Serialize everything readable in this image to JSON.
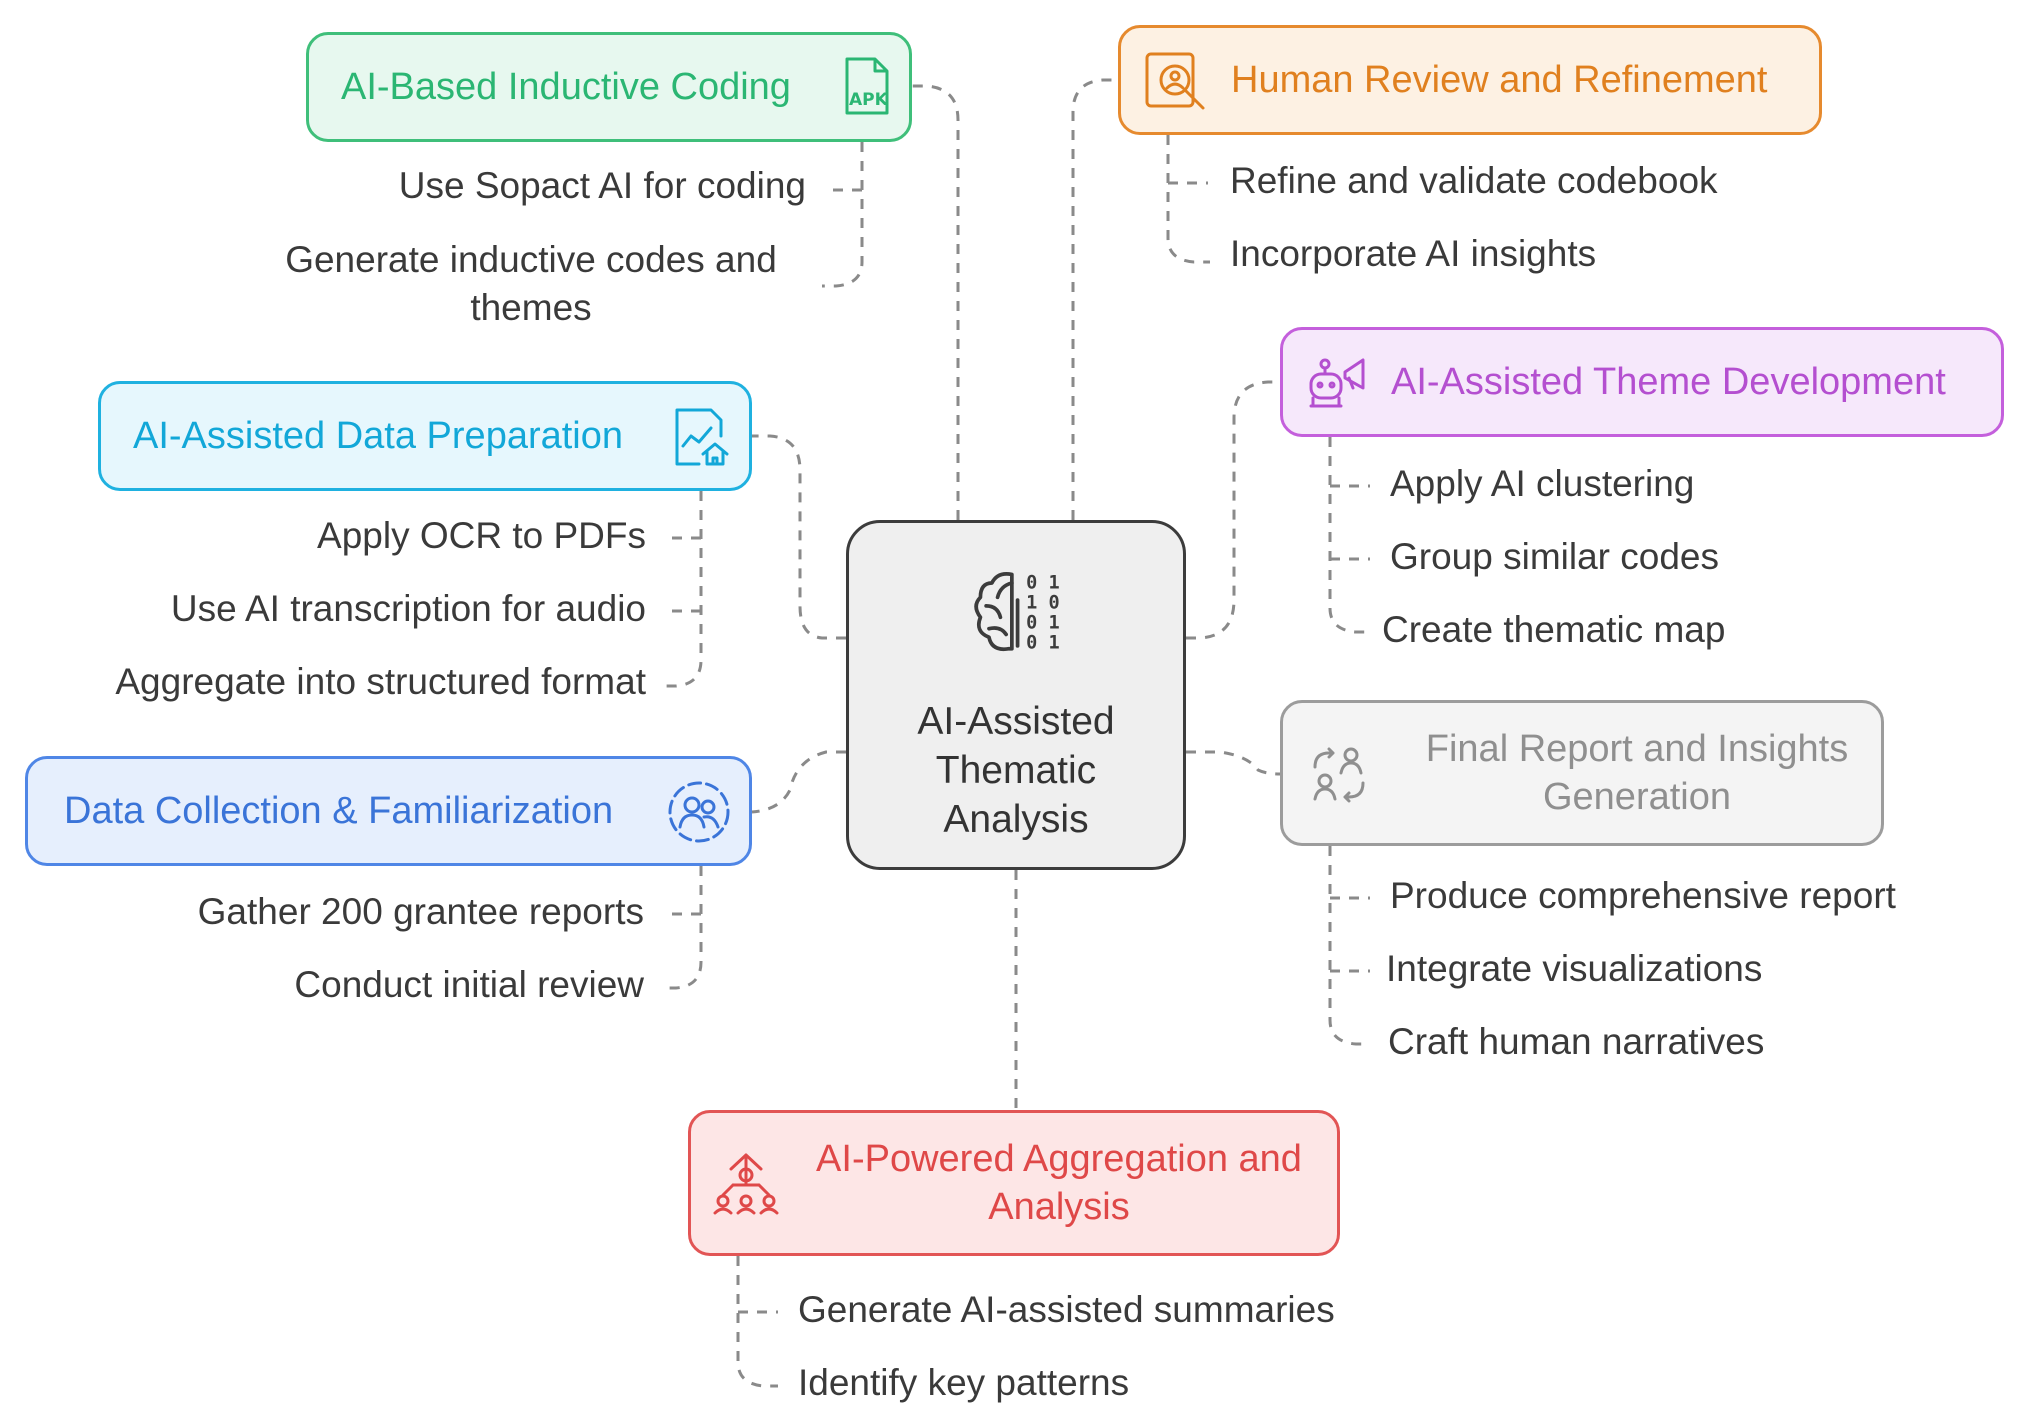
{
  "center": {
    "title": "AI-Assisted Thematic Analysis"
  },
  "colors": {
    "green": "#2bb673",
    "cyan": "#12a7d8",
    "blue": "#3a74d8",
    "orange": "#e0801f",
    "purple": "#b44fd0",
    "gray": "#8f8f8f",
    "red": "#df4848",
    "connector": "#8a8a8a"
  },
  "nodes": {
    "inductive_coding": {
      "title": "AI-Based Inductive Coding",
      "icon": "apk-file-icon",
      "items": [
        "Use Sopact AI for coding",
        "Generate inductive codes and themes"
      ]
    },
    "data_preparation": {
      "title": "AI-Assisted Data Preparation",
      "icon": "chart-document-icon",
      "items": [
        "Apply OCR to PDFs",
        "Use AI transcription for audio",
        "Aggregate into structured format"
      ]
    },
    "data_collection": {
      "title": "Data Collection & Familiarization",
      "icon": "users-circle-icon",
      "items": [
        "Gather 200 grantee reports",
        "Conduct initial review"
      ]
    },
    "human_review": {
      "title": "Human Review and Refinement",
      "icon": "person-search-icon",
      "items": [
        "Refine and validate codebook",
        "Incorporate AI insights"
      ]
    },
    "theme_development": {
      "title": "AI-Assisted Theme Development",
      "icon": "robot-megaphone-icon",
      "items": [
        "Apply AI clustering",
        "Group similar codes",
        "Create thematic map"
      ]
    },
    "final_report": {
      "title": "Final Report and Insights Generation",
      "icon": "people-exchange-icon",
      "items": [
        "Produce comprehensive report",
        "Integrate visualizations",
        "Craft human narratives"
      ]
    },
    "aggregation": {
      "title": "AI-Powered Aggregation and Analysis",
      "icon": "network-tree-icon",
      "items": [
        "Generate AI-assisted summaries",
        "Identify key patterns"
      ]
    }
  }
}
